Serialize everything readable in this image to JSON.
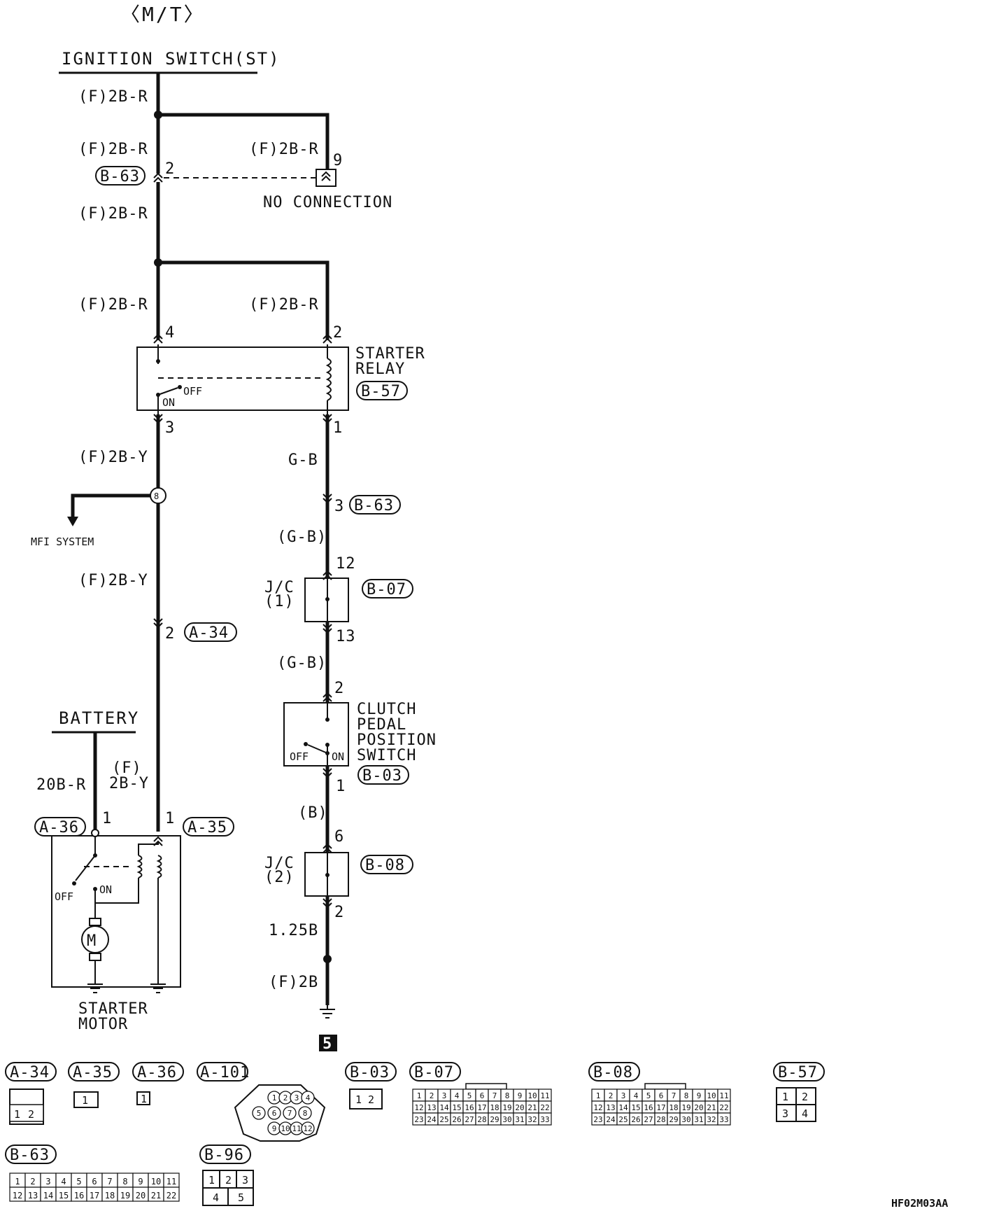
{
  "title": "〈M/T〉",
  "figure_code": "HF02M03AA",
  "ground_point": "5",
  "sources": {
    "ignition_switch": "IGNITION SWITCH(ST)",
    "battery": "BATTERY"
  },
  "wires": {
    "w1": "(F)2B-R",
    "w2": "(F)2B-R",
    "w3": "(F)2B-R",
    "w4": "(F)2B-R",
    "w5": "(F)2B-R",
    "w6": "(F)2B-R",
    "w7": "(F)2B-Y",
    "w8": "G-B",
    "w9": "(G-B)",
    "w10": "(F)2B-Y",
    "w11": "(G-B)",
    "w12": "(B)",
    "w13a": "(F)",
    "w13b": "2B-Y",
    "w14": "20B-R",
    "w15": "1.25B",
    "w16": "(F)2B"
  },
  "no_connection": "NO CONNECTION",
  "mfi_system": "MFI SYSTEM",
  "pins": {
    "p_b63_2": "2",
    "p_nc_9": "9",
    "p_relay_4": "4",
    "p_relay_2": "2",
    "p_relay_3": "3",
    "p_relay_1": "1",
    "p_b63_3": "3",
    "p_jc1_12": "12",
    "p_jc1_13": "13",
    "p_a34_2": "2",
    "p_cpps_2": "2",
    "p_cpps_1": "1",
    "p_jc2_6": "6",
    "p_jc2_2": "2",
    "p_a36_1": "1",
    "p_a35_1": "1",
    "splice": "8"
  },
  "components": {
    "starter_relay": {
      "name_1": "STARTER",
      "name_2": "RELAY",
      "off": "OFF",
      "on": "ON"
    },
    "jc1": {
      "name_1": "J/C",
      "name_2": "(1)"
    },
    "jc2": {
      "name_1": "J/C",
      "name_2": "(2)"
    },
    "clutch_switch": {
      "name_1": "CLUTCH",
      "name_2": "PEDAL",
      "name_3": "POSITION",
      "name_4": "SWITCH",
      "off": "OFF",
      "on": "ON"
    },
    "starter_motor": {
      "name_1": "STARTER",
      "name_2": "MOTOR",
      "off": "OFF",
      "on": "ON",
      "motor_symbol": "M"
    }
  },
  "connectors_in_diagram": {
    "b63_top": "B-63",
    "b57": "B-57",
    "b63_mid": "B-63",
    "b07": "B-07",
    "a34": "A-34",
    "b03": "B-03",
    "a36": "A-36",
    "a35": "A-35",
    "b08": "B-08"
  },
  "connector_legend": {
    "a34": {
      "name": "A-34",
      "pins": [
        "1",
        "2"
      ]
    },
    "a35": {
      "name": "A-35",
      "pins": [
        "1"
      ]
    },
    "a36": {
      "name": "A-36",
      "pins": [
        "1"
      ]
    },
    "a101": {
      "name": "A-101",
      "pins": [
        "1",
        "2",
        "3",
        "4",
        "5",
        "6",
        "7",
        "8",
        "9",
        "10",
        "11",
        "12"
      ]
    },
    "b03": {
      "name": "B-03",
      "pins": [
        "1",
        "2"
      ]
    },
    "b07": {
      "name": "B-07",
      "pins": [
        "1",
        "2",
        "3",
        "4",
        "5",
        "6",
        "7",
        "8",
        "9",
        "10",
        "11",
        "12",
        "13",
        "14",
        "15",
        "16",
        "17",
        "18",
        "19",
        "20",
        "21",
        "22",
        "23",
        "24",
        "25",
        "26",
        "27",
        "28",
        "29",
        "30",
        "31",
        "32",
        "33"
      ]
    },
    "b08": {
      "name": "B-08",
      "pins": [
        "1",
        "2",
        "3",
        "4",
        "5",
        "6",
        "7",
        "8",
        "9",
        "10",
        "11",
        "12",
        "13",
        "14",
        "15",
        "16",
        "17",
        "18",
        "19",
        "20",
        "21",
        "22",
        "23",
        "24",
        "25",
        "26",
        "27",
        "28",
        "29",
        "30",
        "31",
        "32",
        "33"
      ]
    },
    "b57": {
      "name": "B-57",
      "pins": [
        "1",
        "2",
        "3",
        "4"
      ]
    },
    "b63": {
      "name": "B-63",
      "pins": [
        "1",
        "2",
        "3",
        "4",
        "5",
        "6",
        "7",
        "8",
        "9",
        "10",
        "11",
        "12",
        "13",
        "14",
        "15",
        "16",
        "17",
        "18",
        "19",
        "20",
        "21",
        "22"
      ]
    },
    "b96": {
      "name": "B-96",
      "pins": [
        "1",
        "2",
        "3",
        "4",
        "5"
      ]
    }
  }
}
